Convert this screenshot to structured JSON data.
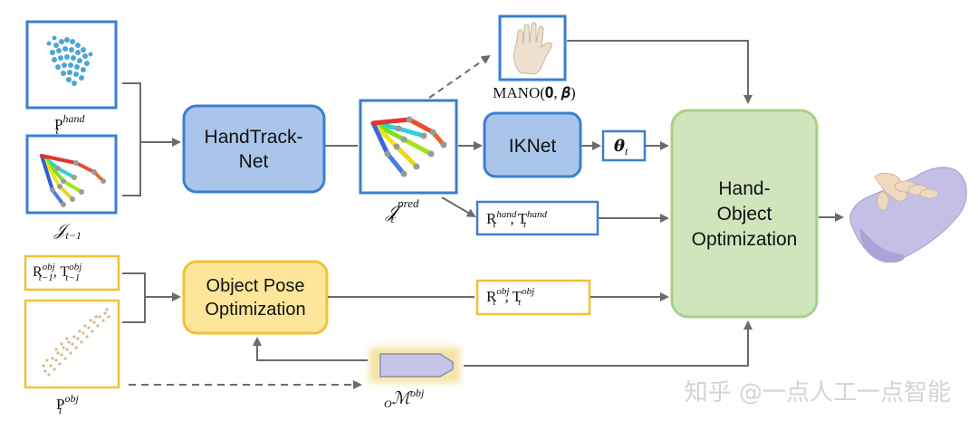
{
  "colors": {
    "blue_border": "#3a7fd0",
    "blue_fill": "#a9c6ea",
    "yellow_border": "#f1c232",
    "yellow_fill": "#fde69a",
    "green_border": "#a7d08c",
    "green_fill": "#cfe6bd",
    "arrow": "#6b6b6b"
  },
  "inputs": {
    "hand_points_label_base": "P",
    "hand_points_label_sup": "hand",
    "hand_points_label_sub": "t",
    "prev_joints_label_base": "𝒥",
    "prev_joints_label_sub": "t−1",
    "obj_pose_prev_R": "R",
    "obj_pose_prev_T": "T",
    "obj_pose_prev_sup": "obj",
    "obj_pose_prev_sub": "t−1",
    "obj_points_label_base": "P",
    "obj_points_label_sup": "obj",
    "obj_points_label_sub": "t"
  },
  "modules": {
    "handtracknet_line1": "HandTrack-",
    "handtracknet_line2": "Net",
    "iknet": "IKNet",
    "object_pose_line1": "Object Pose",
    "object_pose_line2": "Optimization",
    "hoo_line1": "Hand-",
    "hoo_line2": "Object",
    "hoo_line3": "Optimization"
  },
  "intermediates": {
    "pred_joints_base": "𝒥",
    "pred_joints_sup": "pred",
    "pred_joints_sub": "t",
    "mano_label": "MANO(𝟎, 𝜷)",
    "theta_base": "𝜽",
    "theta_sub": "t",
    "hand_pose_R": "R",
    "hand_pose_T": "T",
    "hand_pose_sup": "hand",
    "hand_pose_sub": "t",
    "obj_pose_R": "R",
    "obj_pose_T": "T",
    "obj_pose_sup": "obj",
    "obj_pose_sub": "t",
    "obj_model_pre": "O",
    "obj_model_base": "ℳ",
    "obj_model_sup": "obj"
  },
  "watermark": "知乎 @一点人工一点智能"
}
